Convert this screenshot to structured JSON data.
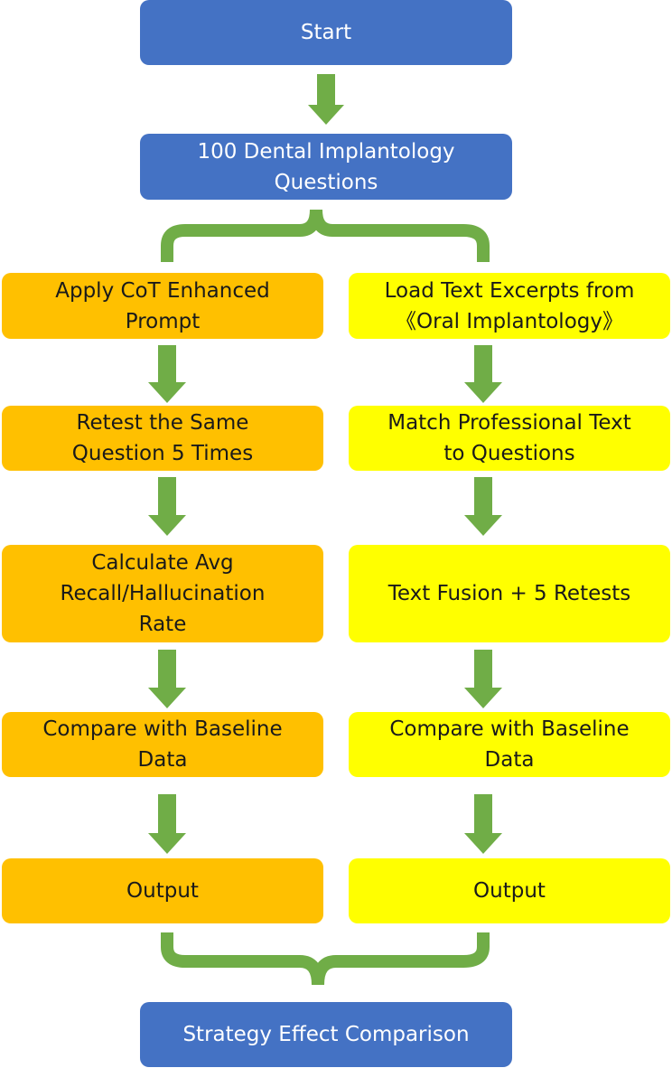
{
  "colors": {
    "blue": "#4472c4",
    "orange": "#ffc000",
    "yellow": "#ffff00",
    "connector_green": "#70ad47"
  },
  "top": {
    "start": "Start",
    "questions": "100 Dental Implantology\nQuestions"
  },
  "left_branch": {
    "step1": "Apply CoT Enhanced\nPrompt",
    "step2": "Retest the Same\nQuestion 5 Times",
    "step3": "Calculate Avg\nRecall/Hallucination\nRate",
    "step4": "Compare with Baseline\nData",
    "step5": "Output"
  },
  "right_branch": {
    "step1": "Load Text Excerpts from\n《Oral Implantology》",
    "step2": "Match Professional Text\nto Questions",
    "step3": "Text Fusion + 5 Retests",
    "step4": "Compare with Baseline\nData",
    "step5": "Output"
  },
  "bottom": {
    "result": "Strategy Effect Comparison"
  }
}
